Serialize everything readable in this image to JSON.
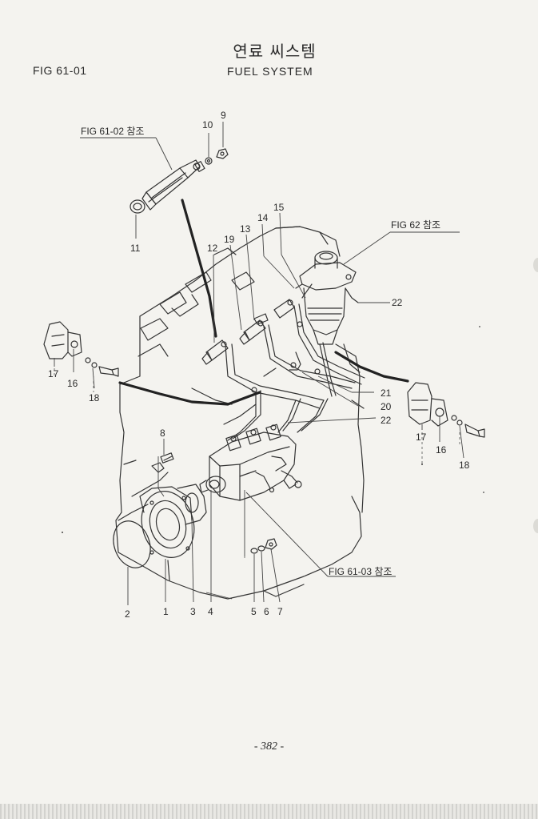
{
  "header": {
    "title_ko": "연료 씨스템",
    "title_en": "FUEL SYSTEM",
    "figure_id": "FIG 61-01"
  },
  "references": {
    "fig_61_02": "FIG 61-02 참조",
    "fig_62": "FIG 62 참조",
    "fig_61_03": "FIG 61-03 참조"
  },
  "callouts": [
    "1",
    "2",
    "3",
    "4",
    "5",
    "6",
    "7",
    "8",
    "9",
    "10",
    "11",
    "12",
    "13",
    "14",
    "15",
    "16",
    "17",
    "18",
    "19",
    "20",
    "21",
    "22"
  ],
  "footer": {
    "page_number": "- 382 -"
  }
}
